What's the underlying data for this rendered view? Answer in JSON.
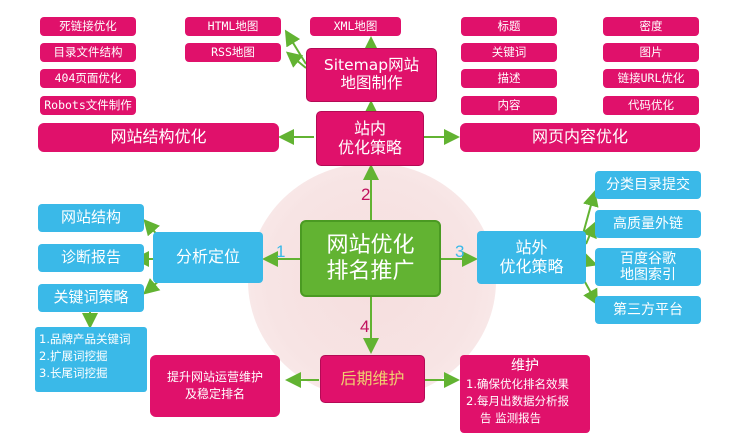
{
  "center": {
    "line1": "网站优化",
    "line2": "排名推广"
  },
  "numbers": {
    "n1": "1",
    "n2": "2",
    "n3": "3",
    "n4": "4"
  },
  "inner": {
    "line1": "站内",
    "line2": "优化策略",
    "structure": {
      "title": "网站结构优化",
      "items": [
        "死链接优化",
        "目录文件结构",
        "404页面优化",
        "Robots文件制作"
      ]
    },
    "sitemap": {
      "title_line1": "Sitemap网站",
      "title_line2": "地图制作",
      "items": [
        "HTML地图",
        "RSS地图",
        "XML地图"
      ]
    },
    "content": {
      "title": "网页内容优化",
      "col1": [
        "标题",
        "关键词",
        "描述",
        "内容"
      ],
      "col2": [
        "密度",
        "图片",
        "链接URL优化",
        "代码优化"
      ]
    }
  },
  "analysis": {
    "title": "分析定位",
    "items": [
      "网站结构",
      "诊断报告",
      "关键词策略"
    ],
    "keyword_list": [
      "1.品牌产品关键词",
      "2.扩展词挖掘",
      "3.长尾词挖掘"
    ]
  },
  "outer": {
    "line1": "站外",
    "line2": "优化策略",
    "items": [
      "分类目录提交",
      "高质量外链",
      "百度谷歌",
      "地图索引",
      "第三方平台"
    ]
  },
  "maintenance": {
    "title": "后期维护",
    "left_line1": "提升网站运营维护",
    "left_line2": "及稳定排名",
    "right_title": "维护",
    "right_items": [
      "1.确保优化排名效果",
      "2.每月出数据分析报",
      "告 监测报告"
    ]
  },
  "colors": {
    "pink": "#e0116b",
    "blue": "#3ab9e8",
    "green": "#62b332",
    "number_blue": "#3ab9e8",
    "number_pink": "#c0105e"
  }
}
